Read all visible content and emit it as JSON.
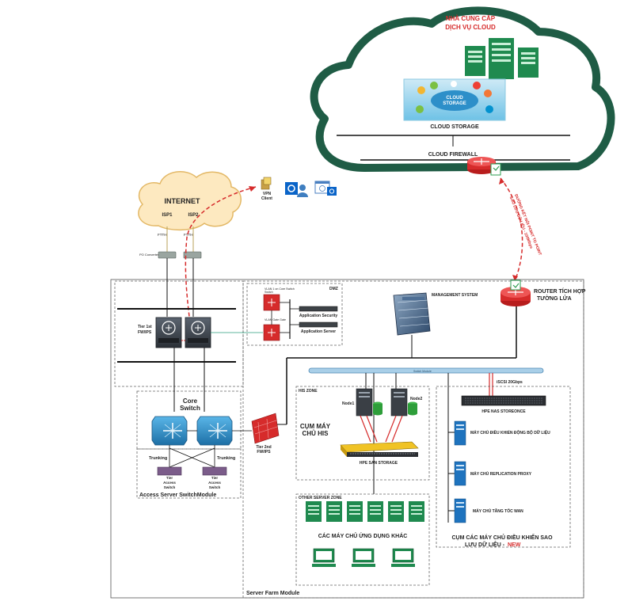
{
  "cloud": {
    "provider": "NHÀ CUNG CẤP",
    "provider2": "DỊCH VỤ CLOUD",
    "storage_badge": "CLOUD",
    "storage_badge2": "STORAGE",
    "storage_label": "CLOUD STORAGE",
    "firewall_label": "CLOUD FIREWALL"
  },
  "internet": {
    "title": "INTERNET",
    "isp1": "ISP1",
    "isp2": "ISP2",
    "ftth1": "FTTH",
    "ftth2": "FTTH",
    "converter": "PO Converter",
    "vpn1": "VPN",
    "vpn2": "Client"
  },
  "vpn_link": {
    "line1": "ĐƯỜNG KẾT NỐI POINT TO POINT",
    "line2": "SAO LƯU DỮ LIỆU - 100Mbps"
  },
  "edge": {
    "tier1": "Tier 1st",
    "tier1b": "FW/IPS",
    "router1": "ROUTER TÍCH HỢP",
    "router2": "TƯỜNG LỬA"
  },
  "dmz": {
    "label": "DMZ",
    "vlan_core": "VLAN 1 on Core Switch",
    "vlan_core2": "Switch",
    "vlan_gate": "VLAN Gate Gate",
    "app_security": "Application Security",
    "app_server": "Application Server"
  },
  "core": {
    "title": "Core",
    "title2": "Switch",
    "trunk_left": "Trunking",
    "trunk_right": "Trunking",
    "access1": "Tier",
    "access1b": "Access",
    "access1c": "Switch",
    "access2": "Tier",
    "access2b": "Access",
    "access2c": "Switch",
    "module_label": "Access Server SwitchModule",
    "tier2": "Tier 2nd",
    "tier2b": "FW/IPS"
  },
  "server_farm": {
    "management": "MANAGEMENT SYSTEM",
    "switch_label": "Switch Module",
    "iscsi": "iSCSI 20Gbps",
    "module_label": "Server Farm Module"
  },
  "his": {
    "zone": "HIS ZONE",
    "node1": "Node1",
    "node2": "Node2",
    "cluster1": "CỤM MÁY",
    "cluster2": "CHỦ HIS",
    "san": "HPE SAN STORAGE"
  },
  "backup": {
    "nas": "HPE NAS STOREONCE",
    "srv1": "MÁY CHỦ ĐIỀU KHIỂN ĐỘNG BỘ DỮ LIỆU",
    "srv2": "MÁY CHỦ REPLICATION PROXY",
    "srv3": "MÁY CHỦ TĂNG TỐC WAN",
    "cluster1": "CỤM CÁC MÁY CHỦ ĐIỀU KHIỂN SAO",
    "cluster2": "LƯU DỮ LIỆU -",
    "new_badge": "NEW"
  },
  "other": {
    "zone": "OTHER SERVER ZONE",
    "label": "CÁC MÁY CHỦ ỨNG DỤNG KHÁC"
  },
  "colors": {
    "cloud_green": "#1f5c45",
    "accent_red": "#d62b2b",
    "server_green": "#1f8a4f",
    "switch_blue": "#2d8fc9"
  }
}
